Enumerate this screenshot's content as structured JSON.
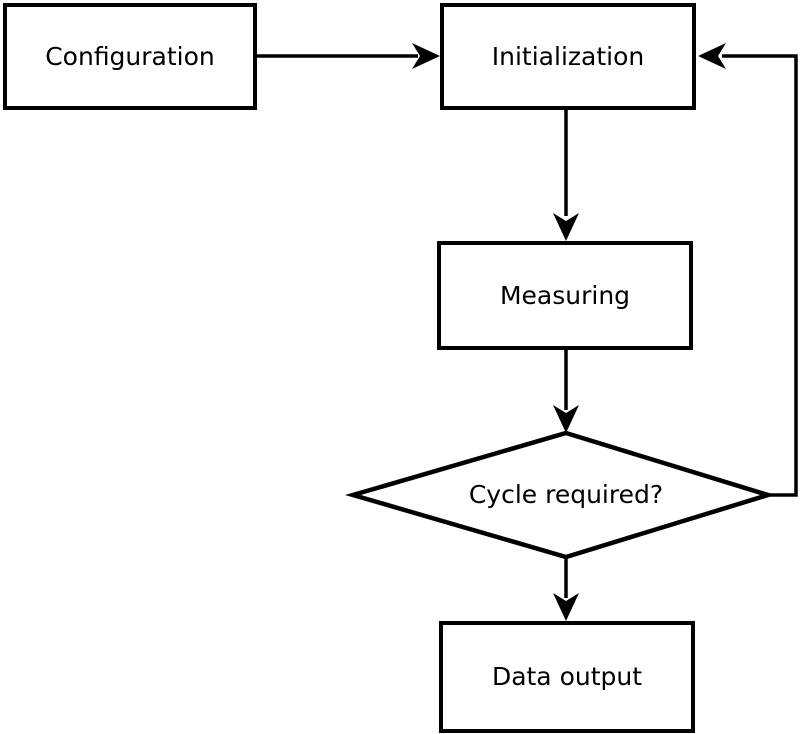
{
  "flowchart": {
    "nodes": [
      {
        "id": "configuration",
        "label": "Configuration",
        "shape": "rectangle"
      },
      {
        "id": "initialization",
        "label": "Initialization",
        "shape": "rectangle"
      },
      {
        "id": "measuring",
        "label": "Measuring",
        "shape": "rectangle"
      },
      {
        "id": "cycle-required",
        "label": "Cycle required?",
        "shape": "diamond"
      },
      {
        "id": "data-output",
        "label": "Data output",
        "shape": "rectangle"
      }
    ],
    "edges": [
      {
        "from": "configuration",
        "to": "initialization",
        "style": "arrow"
      },
      {
        "from": "initialization",
        "to": "measuring",
        "style": "arrow"
      },
      {
        "from": "measuring",
        "to": "cycle-required",
        "style": "arrow"
      },
      {
        "from": "cycle-required",
        "to": "data-output",
        "style": "arrow"
      },
      {
        "from": "cycle-required",
        "to": "initialization",
        "style": "arrow-feedback-loop"
      }
    ],
    "colors": {
      "stroke": "#000000",
      "node_fill": "#ffffff",
      "background": "#ffffff",
      "text": "#000000"
    }
  }
}
